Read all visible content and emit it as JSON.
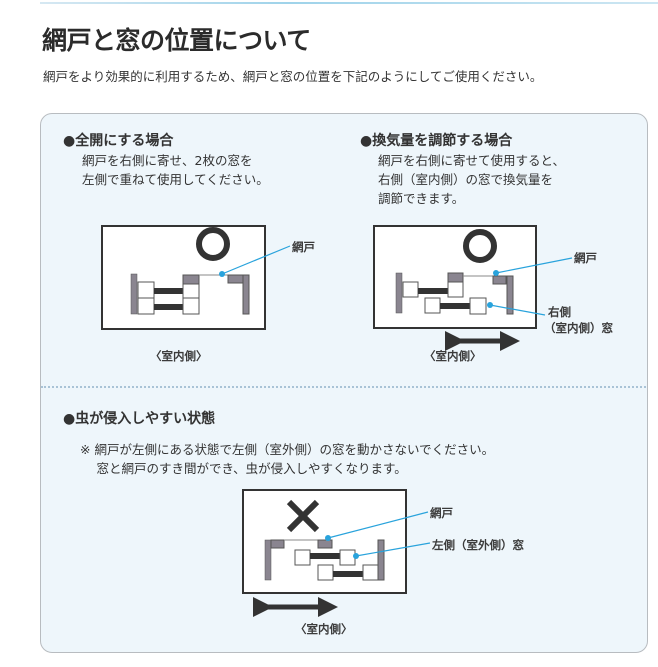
{
  "title": "網戸と窓の位置について",
  "intro": "網戸をより効果的に利用するため、網戸と窓の位置を下記のようにしてご使用ください。",
  "sections": [
    {
      "heading": "●全開にする場合",
      "lines": [
        "網戸を右側に寄せ、2枚の窓を",
        "左側で重ねて使用してください。"
      ],
      "labels": {
        "screen": "網戸",
        "indoor": "〈室内側〉"
      }
    },
    {
      "heading": "●換気量を調節する場合",
      "lines": [
        "網戸を右側に寄せて使用すると、",
        "右側（室内側）の窓で換気量を",
        "調節できます。"
      ],
      "labels": {
        "screen": "網戸",
        "window_line1": "右側",
        "window_line2": "（室内側）窓",
        "indoor": "〈室内側〉"
      }
    },
    {
      "heading": "●虫が侵入しやすい状態",
      "lines": [
        "※ 網戸が左側にある状態で左側（室外側）の窓を動かさないでください。",
        "　 窓と網戸のすき間ができ、虫が侵入しやすくなります。"
      ],
      "labels": {
        "screen": "網戸",
        "window": "左側（室外側）窓",
        "indoor": "〈室内側〉"
      }
    }
  ],
  "colors": {
    "panel_bg": "#eef6fb",
    "leader": "#29a3dc",
    "frame_gray": "#8a8590",
    "dark": "#333333"
  }
}
